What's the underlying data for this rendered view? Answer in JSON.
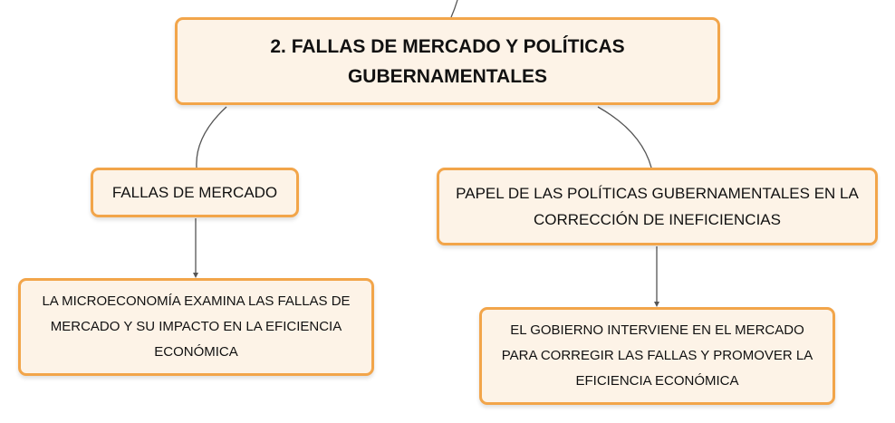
{
  "root": {
    "title": "2. FALLAS DE MERCADO Y POLÍTICAS GUBERNAMENTALES"
  },
  "nodes": {
    "fallas": "FALLAS DE MERCADO",
    "papel": "PAPEL DE LAS POLÍTICAS GUBERNAMENTALES EN LA CORRECCIÓN DE INEFICIENCIAS",
    "microeconomia": "LA MICROECONOMÍA EXAMINA LAS FALLAS DE MERCADO Y SU IMPACTO EN LA EFICIENCIA ECONÓMICA",
    "gobierno": "EL GOBIERNO INTERVIENE EN EL MERCADO PARA CORREGIR LAS FALLAS Y PROMOVER LA EFICIENCIA ECONÓMICA"
  },
  "colors": {
    "node_border": "#f2a54a",
    "node_fill": "#fdf3e7",
    "connector": "#555555"
  }
}
